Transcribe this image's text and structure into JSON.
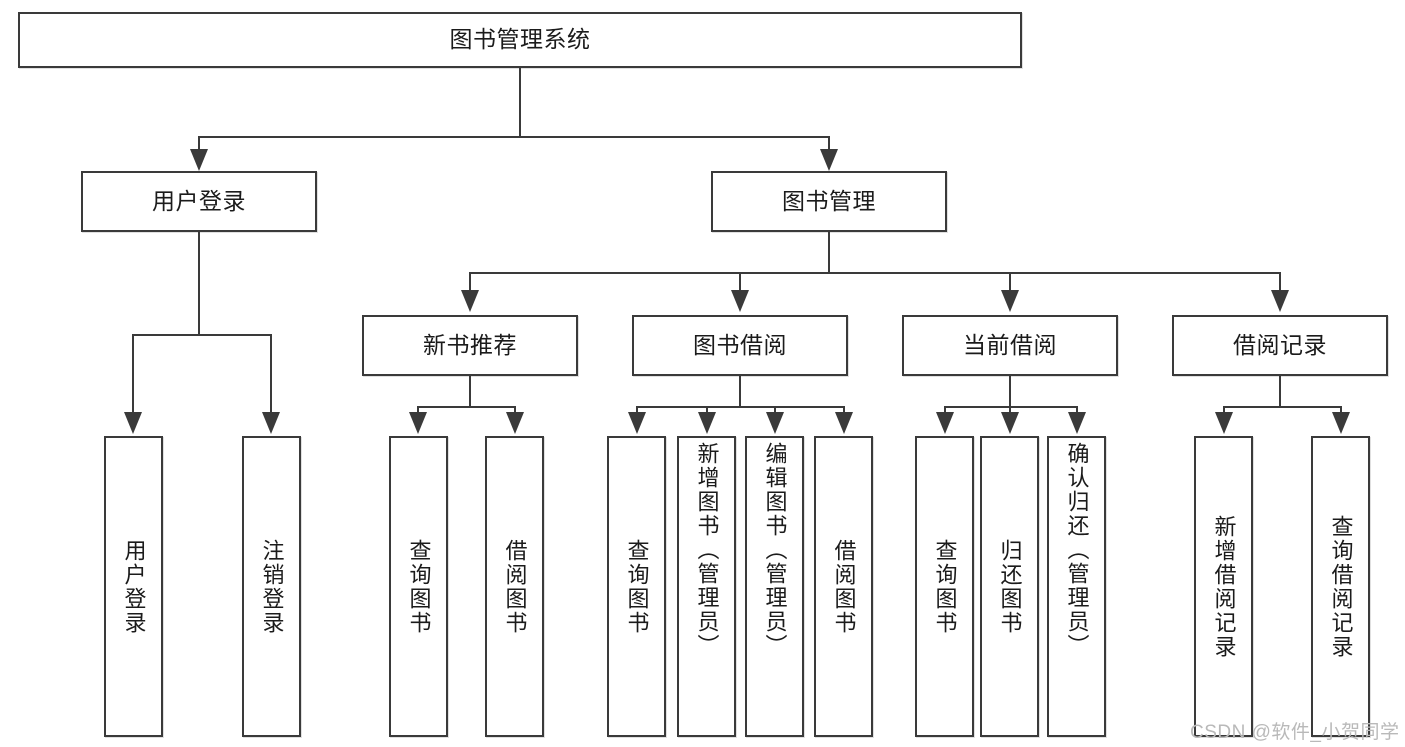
{
  "diagram": {
    "title": "图书管理系统",
    "type": "tree-hierarchy-diagram",
    "colors": {
      "background": "#ffffff",
      "border": "#3a3a3a",
      "text": "#1b1b1b",
      "watermark": "#b9b9b9"
    },
    "root": {
      "label": "图书管理系统"
    },
    "level1": [
      {
        "label": "用户登录"
      },
      {
        "label": "图书管理"
      }
    ],
    "level2": [
      {
        "label": "新书推荐"
      },
      {
        "label": "图书借阅"
      },
      {
        "label": "当前借阅"
      },
      {
        "label": "借阅记录"
      }
    ],
    "leaves": {
      "user_login": [
        {
          "label": "用户登录"
        },
        {
          "label": "注销登录"
        }
      ],
      "new_book_recommend": [
        {
          "label": "查询图书"
        },
        {
          "label": "借阅图书"
        }
      ],
      "book_borrow": [
        {
          "label": "查询图书"
        },
        {
          "label": "新增图书（管理员）"
        },
        {
          "label": "编辑图书（管理员）"
        },
        {
          "label": "借阅图书"
        }
      ],
      "current_borrow": [
        {
          "label": "查询图书"
        },
        {
          "label": "归还图书"
        },
        {
          "label": "确认归还（管理员）"
        }
      ],
      "borrow_record": [
        {
          "label": "新增借阅记录"
        },
        {
          "label": "查询借阅记录"
        }
      ]
    }
  },
  "watermark": {
    "text": "CSDN @软件_小贺同学"
  }
}
